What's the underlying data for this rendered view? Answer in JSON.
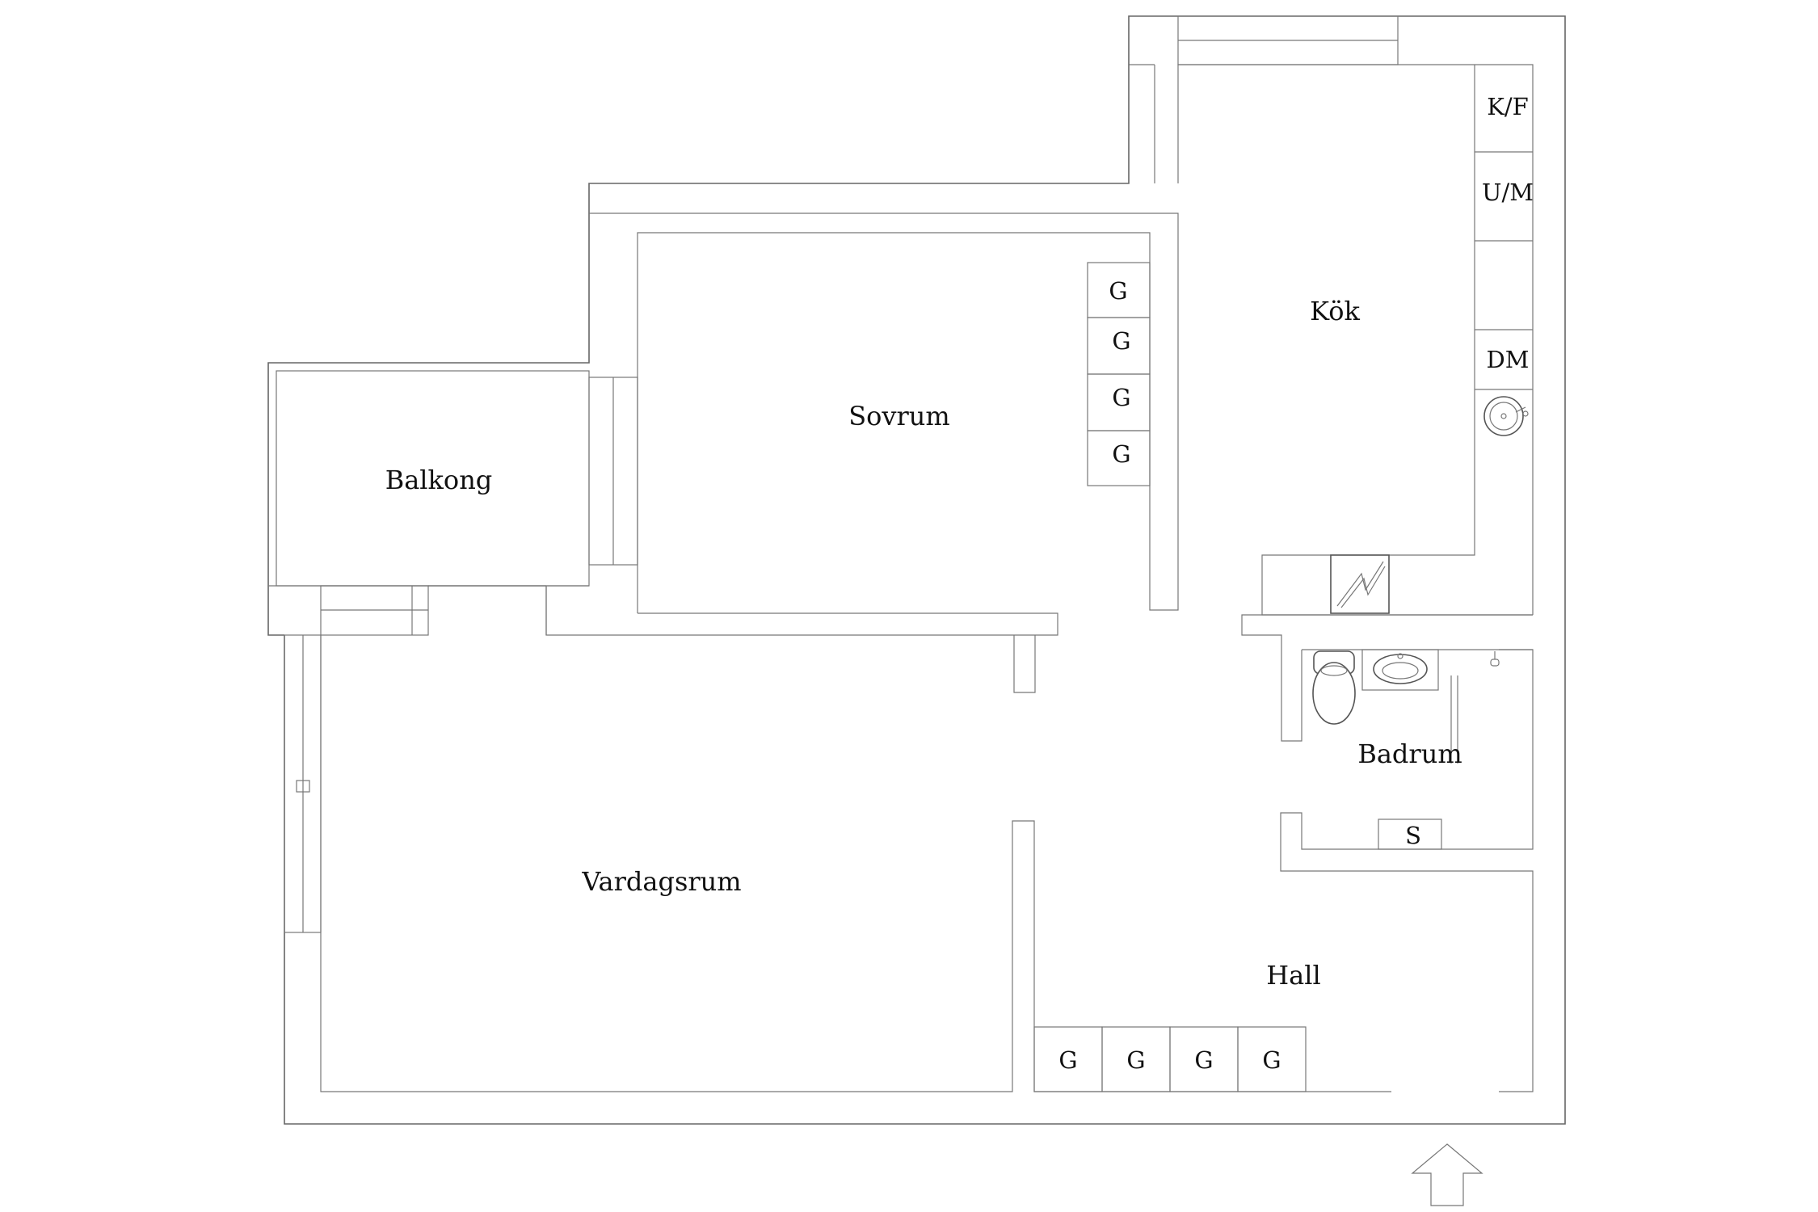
{
  "rooms": {
    "balkong": "Balkong",
    "sovrum": "Sovrum",
    "kok": "Kök",
    "badrum": "Badrum",
    "vardagsrum": "Vardagsrum",
    "hall": "Hall"
  },
  "labels": {
    "wardrobe": "G",
    "fridge_freezer": "K/F",
    "oven_micro": "U/M",
    "dishwasher": "DM",
    "shower": "S"
  },
  "colors": {
    "line": "#666666",
    "text": "#111111",
    "background": "#ffffff"
  }
}
